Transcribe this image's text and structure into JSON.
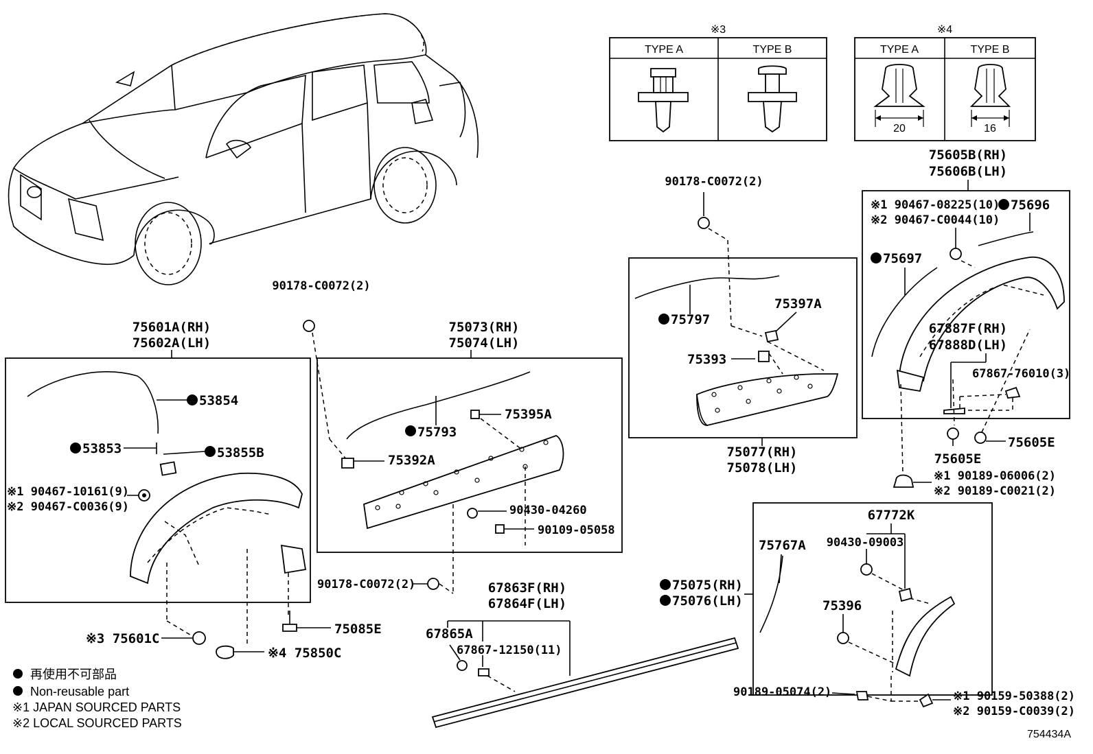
{
  "diagram_id": "754434A",
  "legend": {
    "jp": "再使用不可部品",
    "en": "Non-reusable part",
    "note1": "※1 JAPAN SOURCED PARTS",
    "note2": "※2 LOCAL SOURCED PARTS"
  },
  "clip_table_3": {
    "mark": "※3",
    "type_a": "TYPE A",
    "type_b": "TYPE B"
  },
  "clip_table_4": {
    "mark": "※4",
    "type_a": "TYPE A",
    "type_b": "TYPE B",
    "dim_a": "20",
    "dim_b": "16"
  },
  "group_front": {
    "title_rh": "75601A(RH)",
    "title_lh": "75602A(LH)",
    "p53854": "53854",
    "p53853": "53853",
    "p53855b": "53855B",
    "clip1": "※1 90467-10161(9)",
    "clip2": "※2 90467-C0036(9)",
    "p75601c": "※3 75601C",
    "p75850c": "※4 75850C",
    "p75085e": "75085E"
  },
  "group_door": {
    "title_rh": "75073(RH)",
    "title_lh": "75074(LH)",
    "top_clip": "90178-C0072(2)",
    "p75793": "75793",
    "p75395a": "75395A",
    "p75392a": "75392A",
    "p90430": "90430-04260",
    "p90109": "90109-05058",
    "bottom_clip": "90178-C0072(2)"
  },
  "group_rear_door": {
    "top_clip": "90178-C0072(2)",
    "p75797": "75797",
    "p75397a": "75397A",
    "p75393": "75393",
    "title_rh": "75077(RH)",
    "title_lh": "75078(LH)"
  },
  "group_rear_arch": {
    "title_rh": "75605B(RH)",
    "title_lh": "75606B(LH)",
    "clip1": "※1 90467-08225(10)",
    "clip2": "※2 90467-C0044(10)",
    "p75696": "75696",
    "p75697": "75697",
    "p67887f": "67887F(RH)",
    "p67888d": "67888D(LH)",
    "p67867": "67867-76010(3)",
    "p75605e_a": "75605E",
    "p75605e_b": "75605E",
    "nut1": "※1 90189-06006(2)",
    "nut2": "※2 90189-C0021(2)"
  },
  "group_rocker": {
    "title_rh": "67863F(RH)",
    "title_lh": "67864F(LH)",
    "p67865a": "67865A",
    "p67867": "67867-12150(11)"
  },
  "group_quarter": {
    "title": "67772K",
    "p90430": "90430-09003",
    "p75767a": "75767A",
    "p75075": "75075(RH)",
    "p75076": "75076(LH)",
    "p75396": "75396",
    "p90189": "90189-05074(2)",
    "s1": "※1 90159-50388(2)",
    "s2": "※2 90159-C0039(2)"
  }
}
